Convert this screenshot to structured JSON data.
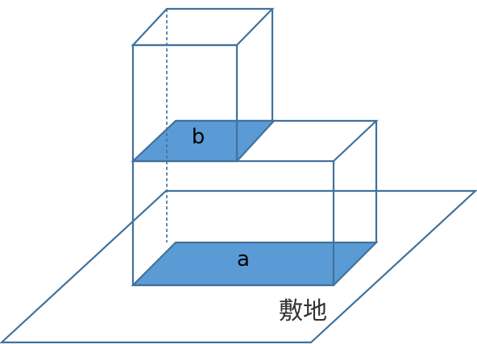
{
  "labels": {
    "floor_a": "a",
    "floor_b": "b",
    "site": "敷地"
  },
  "colors": {
    "line": "#41719C",
    "floor_fill": "#5B9BD5",
    "text": "#000000"
  }
}
